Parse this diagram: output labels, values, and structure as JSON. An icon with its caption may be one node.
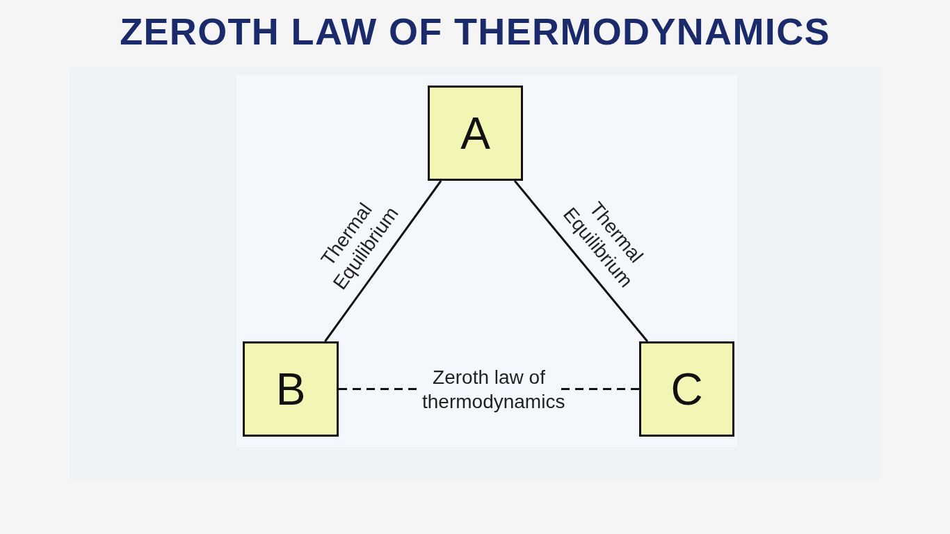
{
  "diagram": {
    "title": "ZEROTH LAW OF THERMODYNAMICS",
    "nodes": [
      {
        "text": [
          "A"
        ]
      },
      {
        "text": [
          "B"
        ]
      },
      {
        "text": [
          "C"
        ]
      }
    ],
    "edges": [
      {
        "from": 0,
        "to": 1,
        "arrow": "none",
        "label": "Thermal Equilibrium"
      },
      {
        "from": 0,
        "to": 2,
        "arrow": "none",
        "label": "Thermal Equilibrium"
      },
      {
        "from": 1,
        "to": 2,
        "arrow": "none",
        "label": "Zeroth law of thermodynamics",
        "style": "dashed"
      }
    ]
  }
}
